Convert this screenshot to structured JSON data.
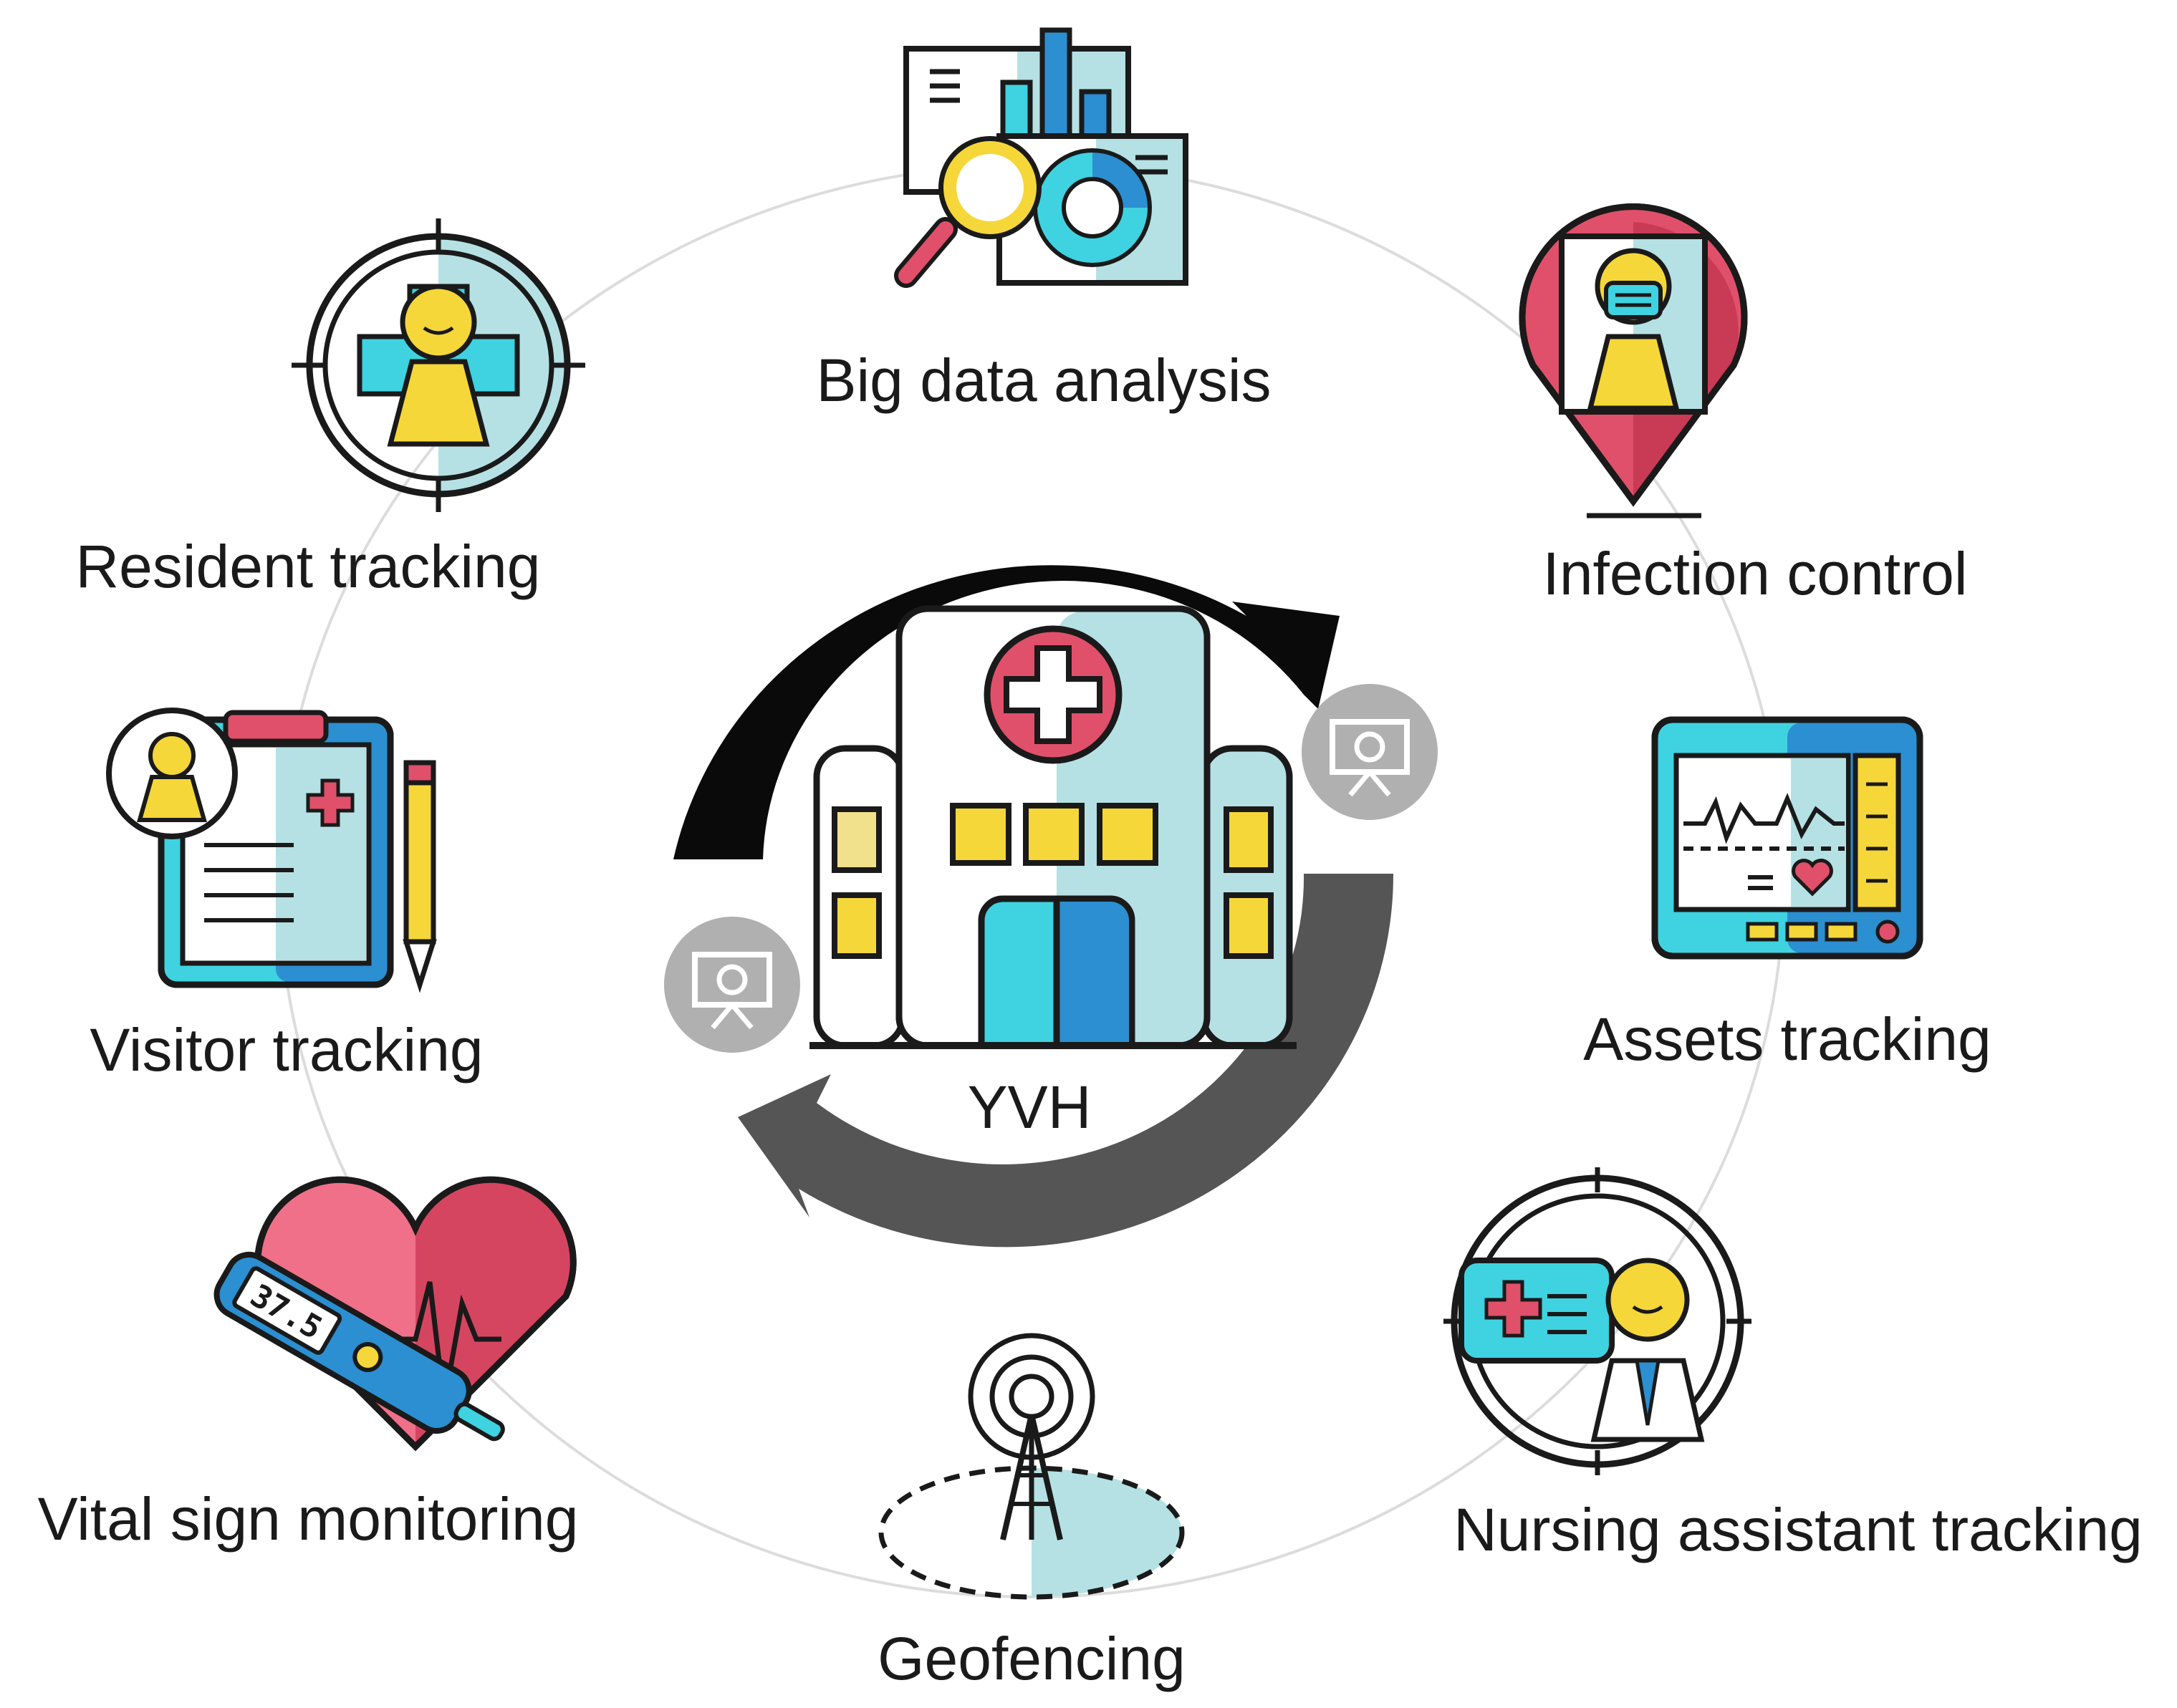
{
  "center": {
    "label": "YVH"
  },
  "nodes": [
    {
      "id": "big-data",
      "label": "Big data analysis",
      "icon": "data-analysis-icon"
    },
    {
      "id": "infection",
      "label": "Infection control",
      "icon": "masked-person-pin-icon"
    },
    {
      "id": "assets",
      "label": "Assets tracking",
      "icon": "monitor-icon"
    },
    {
      "id": "nursing",
      "label": "Nursing assistant tracking",
      "icon": "nurse-target-icon"
    },
    {
      "id": "geofencing",
      "label": "Geofencing",
      "icon": "antenna-tower-icon"
    },
    {
      "id": "vital",
      "label": "Vital sign monitoring",
      "icon": "heart-thermometer-icon"
    },
    {
      "id": "visitor",
      "label": "Visitor tracking",
      "icon": "clipboard-icon"
    },
    {
      "id": "resident",
      "label": "Resident tracking",
      "icon": "resident-target-icon"
    }
  ],
  "thermometer": {
    "reading": "37.5"
  },
  "colors": {
    "teal": "#b5e1e4",
    "cyan": "#3fd2e0",
    "blue": "#2b8fd1",
    "yellow": "#f5d73a",
    "red": "#e0506a",
    "dark": "#1a1a1a",
    "arrow_black": "#0a0a0a",
    "arrow_gray": "#555555",
    "ring": "#d9d9d9"
  }
}
